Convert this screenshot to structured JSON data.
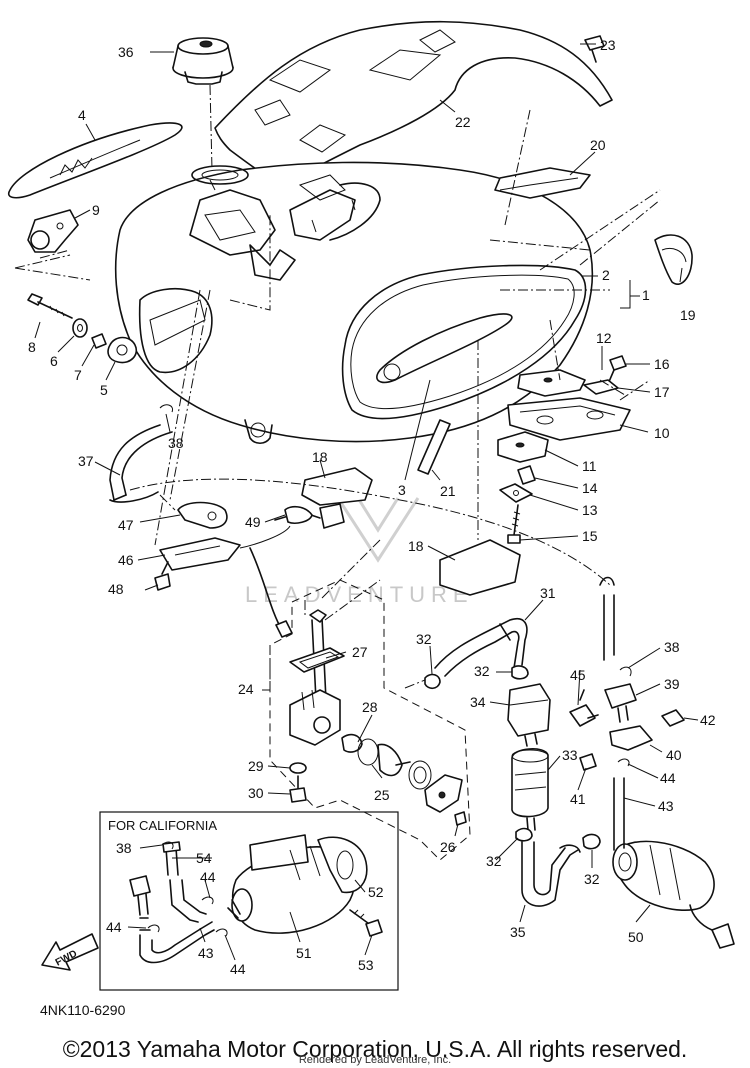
{
  "diagram": {
    "code": "4NK110-6290",
    "copyright": "©2013 Yamaha Motor Corporation, U.S.A. All rights reserved.",
    "rendered_by": "Rendered by LeadVenture, Inc.",
    "watermark": "LEADVENTURE",
    "california_box_label": "FOR CALIFORNIA",
    "fwd_label": "FWD"
  },
  "callouts": [
    "1",
    "2",
    "3",
    "4",
    "5",
    "6",
    "7",
    "8",
    "9",
    "10",
    "11",
    "12",
    "13",
    "14",
    "15",
    "16",
    "17",
    "18",
    "19",
    "20",
    "21",
    "22",
    "23",
    "24",
    "25",
    "26",
    "27",
    "28",
    "29",
    "30",
    "31",
    "32",
    "33",
    "34",
    "35",
    "36",
    "37",
    "38",
    "39",
    "40",
    "41",
    "42",
    "43",
    "44",
    "45",
    "46",
    "47",
    "48",
    "49",
    "50",
    "51",
    "52",
    "53",
    "54"
  ]
}
